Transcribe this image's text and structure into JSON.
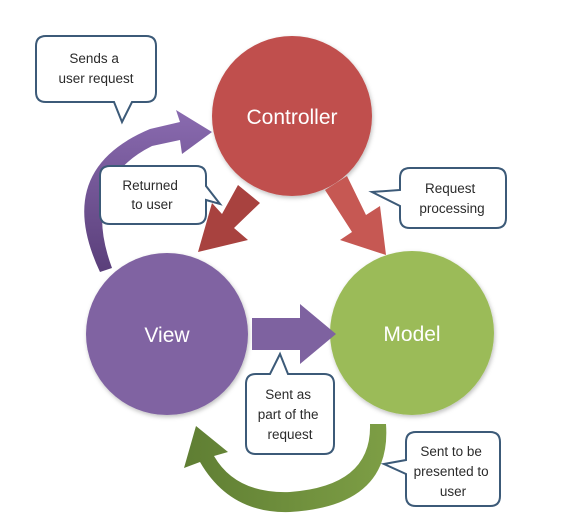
{
  "nodes": {
    "controller": {
      "label": "Controller",
      "color": "#c0504d"
    },
    "view": {
      "label": "View",
      "color": "#8064a2"
    },
    "model": {
      "label": "Model",
      "color": "#9bbb59"
    }
  },
  "callouts": {
    "sends_request": {
      "lines": [
        "Sends a",
        "user request"
      ]
    },
    "returned": {
      "lines": [
        "Returned",
        "to user"
      ]
    },
    "request_processing": {
      "lines": [
        "Request",
        "processing"
      ]
    },
    "sent_as_part": {
      "lines": [
        "Sent as",
        "part of the",
        "request"
      ]
    },
    "sent_to_be": {
      "lines": [
        "Sent to be",
        "presented to",
        "user"
      ]
    }
  },
  "arrow_colors": {
    "controller_to_view": "#a8423f",
    "controller_to_model": "#c65853",
    "view_to_controller": "#6a4f8a",
    "view_to_model": "#7e62a0",
    "model_to_view": "#6f8d3c"
  }
}
